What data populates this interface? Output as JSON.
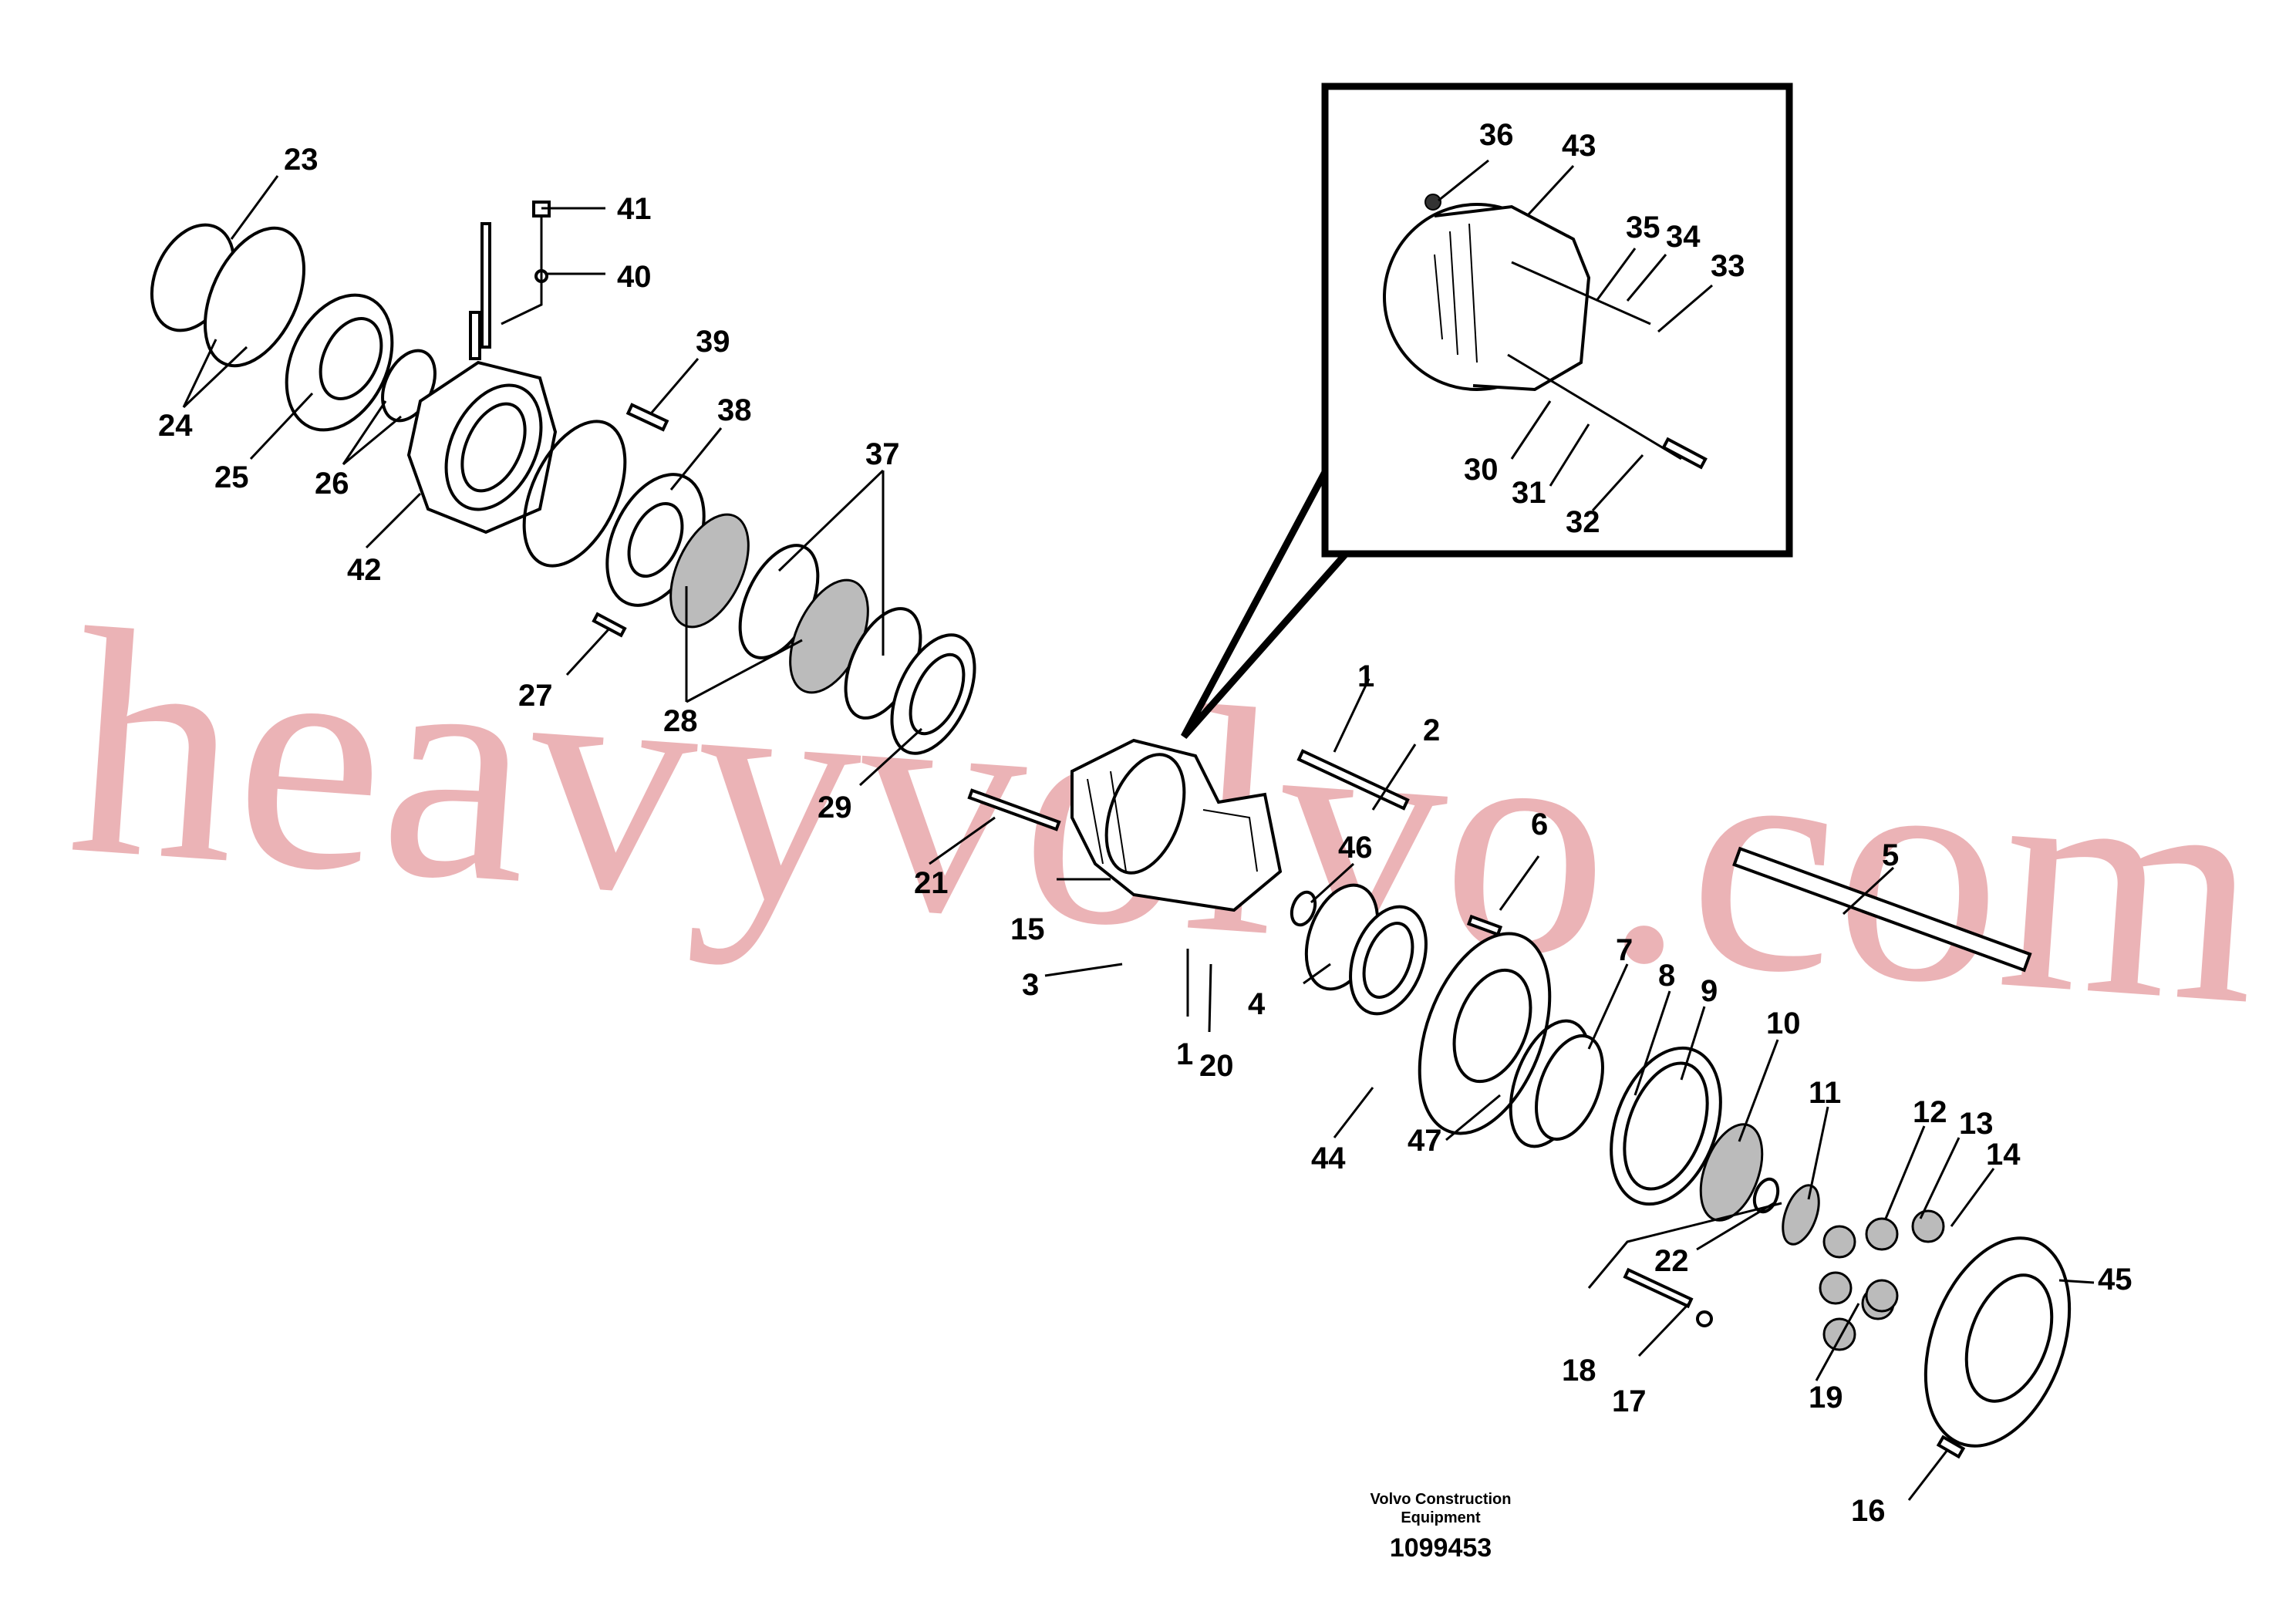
{
  "callouts": [
    "1",
    "2",
    "3",
    "4",
    "5",
    "6",
    "7",
    "8",
    "9",
    "10",
    "11",
    "12",
    "13",
    "14",
    "15",
    "16",
    "17",
    "18",
    "19",
    "20",
    "21",
    "22",
    "23",
    "24",
    "25",
    "26",
    "27",
    "28",
    "29",
    "30",
    "31",
    "32",
    "33",
    "34",
    "35",
    "36",
    "37",
    "38",
    "39",
    "40",
    "41",
    "42",
    "43",
    "44",
    "45",
    "46",
    "47",
    "1"
  ],
  "credit": {
    "line1": "Volvo Construction",
    "line2": "Equipment",
    "number": "1099453"
  },
  "watermark": "heavyvolvo.com",
  "colors": {
    "watermark": "#e8a6aa",
    "ink": "#000000",
    "background": "#ffffff"
  }
}
